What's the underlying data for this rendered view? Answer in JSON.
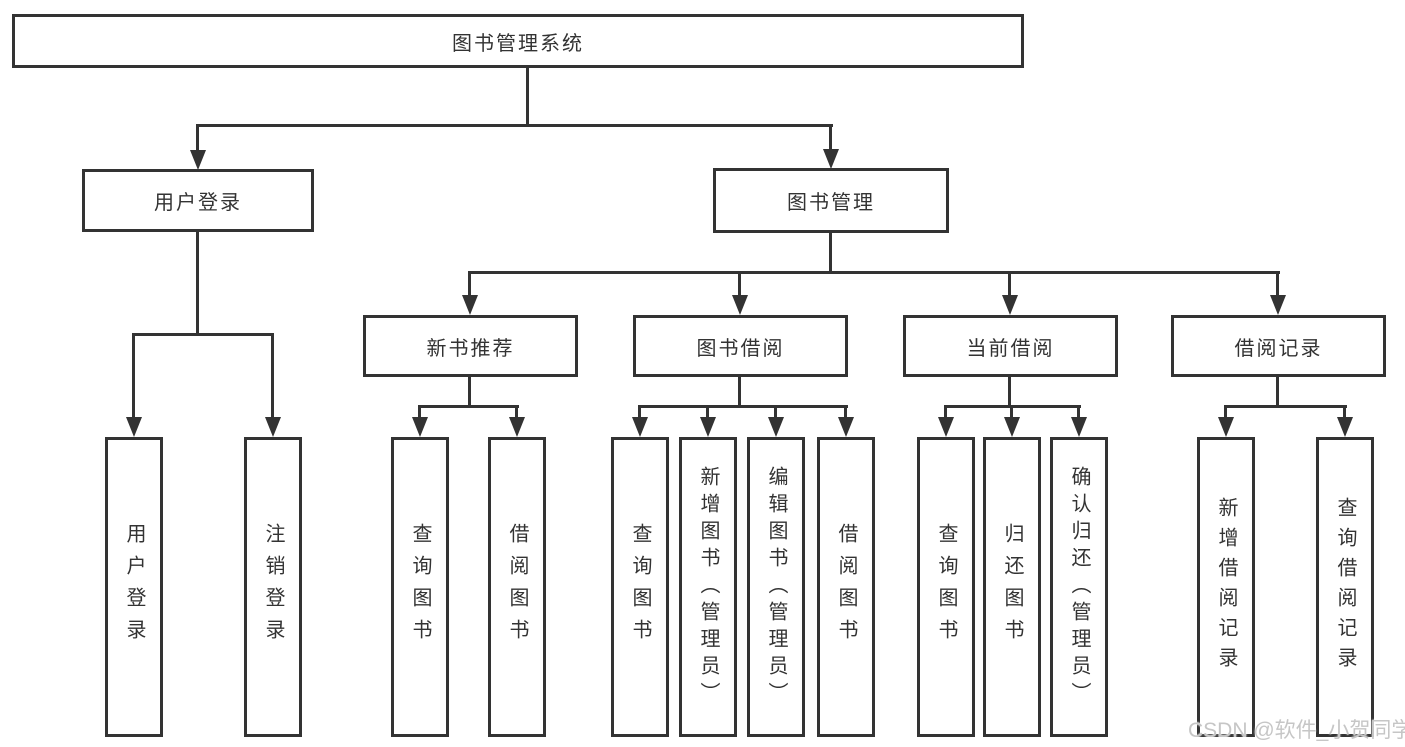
{
  "colors": {
    "line": "#333333",
    "text": "#333333",
    "box_background": "#ffffff",
    "page_background": "#ffffff",
    "watermark": "#c6c6c6"
  },
  "tree": {
    "root": {
      "label": "图书管理系统"
    },
    "user_branch": {
      "label": "用户登录",
      "children": [
        {
          "label": "用户登录"
        },
        {
          "label": "注销登录"
        }
      ]
    },
    "book_branch": {
      "label": "图书管理",
      "groups": [
        {
          "label": "新书推荐",
          "children": [
            {
              "label": "查询图书"
            },
            {
              "label": "借阅图书"
            }
          ]
        },
        {
          "label": "图书借阅",
          "children": [
            {
              "label": "查询图书"
            },
            {
              "label": "新增图书（管理员）"
            },
            {
              "label": "编辑图书（管理员）"
            },
            {
              "label": "借阅图书"
            }
          ]
        },
        {
          "label": "当前借阅",
          "children": [
            {
              "label": "查询图书"
            },
            {
              "label": "归还图书"
            },
            {
              "label": "确认归还（管理员）"
            }
          ]
        },
        {
          "label": "借阅记录",
          "children": [
            {
              "label": "新增借阅记录"
            },
            {
              "label": "查询借阅记录"
            }
          ]
        }
      ]
    }
  },
  "watermark": {
    "text": "CSDN @软件_小贺同学"
  }
}
